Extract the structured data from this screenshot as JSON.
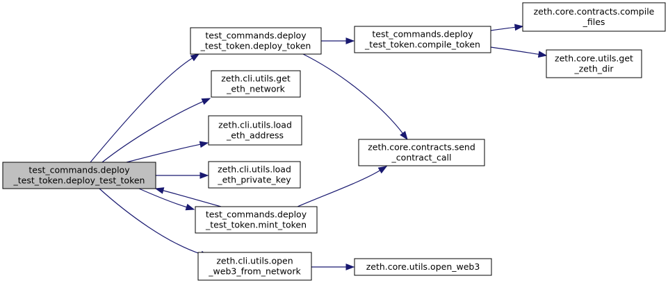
{
  "diagram": {
    "colors": {
      "edge": "#191970",
      "node_fill": "#ffffff",
      "highlight_fill": "#bfbfbf",
      "node_border": "#000000"
    },
    "nodes": [
      {
        "id": "deploy_test_token",
        "lines": [
          "test_commands.deploy",
          "_test_token.deploy_test_token"
        ],
        "highlighted": true
      },
      {
        "id": "deploy_token",
        "lines": [
          "test_commands.deploy",
          "_test_token.deploy_token"
        ]
      },
      {
        "id": "get_eth_network",
        "lines": [
          "zeth.cli.utils.get",
          "_eth_network"
        ]
      },
      {
        "id": "load_eth_address",
        "lines": [
          "zeth.cli.utils.load",
          "_eth_address"
        ]
      },
      {
        "id": "load_eth_private_key",
        "lines": [
          "zeth.cli.utils.load",
          "_eth_private_key"
        ]
      },
      {
        "id": "mint_token",
        "lines": [
          "test_commands.deploy",
          "_test_token.mint_token"
        ]
      },
      {
        "id": "open_web3_from_network",
        "lines": [
          "zeth.cli.utils.open",
          "_web3_from_network"
        ]
      },
      {
        "id": "compile_token",
        "lines": [
          "test_commands.deploy",
          "_test_token.compile_token"
        ]
      },
      {
        "id": "send_contract_call",
        "lines": [
          "zeth.core.contracts.send",
          "_contract_call"
        ]
      },
      {
        "id": "open_web3",
        "lines": [
          "zeth.core.utils.open_web3"
        ]
      },
      {
        "id": "compile_files",
        "lines": [
          "zeth.core.contracts.compile",
          "_files"
        ]
      },
      {
        "id": "get_zeth_dir",
        "lines": [
          "zeth.core.utils.get",
          "_zeth_dir"
        ]
      }
    ],
    "edges": [
      {
        "from": "deploy_test_token",
        "to": "deploy_token"
      },
      {
        "from": "deploy_test_token",
        "to": "get_eth_network"
      },
      {
        "from": "deploy_test_token",
        "to": "load_eth_address"
      },
      {
        "from": "deploy_test_token",
        "to": "load_eth_private_key"
      },
      {
        "from": "deploy_test_token",
        "to": "mint_token"
      },
      {
        "from": "deploy_test_token",
        "to": "open_web3_from_network"
      },
      {
        "from": "deploy_token",
        "to": "compile_token"
      },
      {
        "from": "deploy_token",
        "to": "send_contract_call"
      },
      {
        "from": "compile_token",
        "to": "compile_files"
      },
      {
        "from": "compile_token",
        "to": "get_zeth_dir"
      },
      {
        "from": "mint_token",
        "to": "deploy_test_token"
      },
      {
        "from": "mint_token",
        "to": "send_contract_call"
      },
      {
        "from": "open_web3_from_network",
        "to": "open_web3"
      }
    ]
  }
}
